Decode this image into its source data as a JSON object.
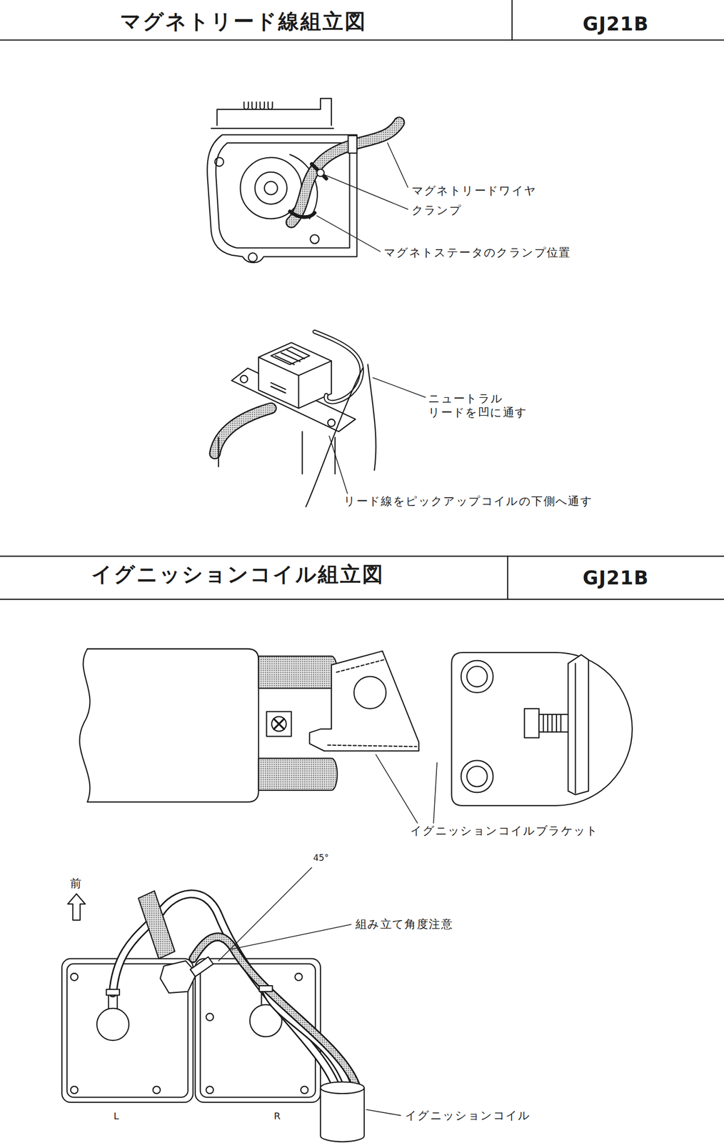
{
  "diagram": {
    "title": "マグネトリード線組立図",
    "labels": [
      "GJ21B",
      "マグネトリードワイヤ",
      "クランプ",
      "マグネトステータのクランプ位置",
      "ニュートラル リードを凹に通す",
      "リード線をピックアップコイルの下側へ通す",
      "イグニッションコイル組立図",
      "GJ21B",
      "イグニッションコイルブラケット",
      "45°",
      "前",
      "組み立て角度注意",
      "L",
      "R",
      "イグニッションコイル"
    ]
  }
}
